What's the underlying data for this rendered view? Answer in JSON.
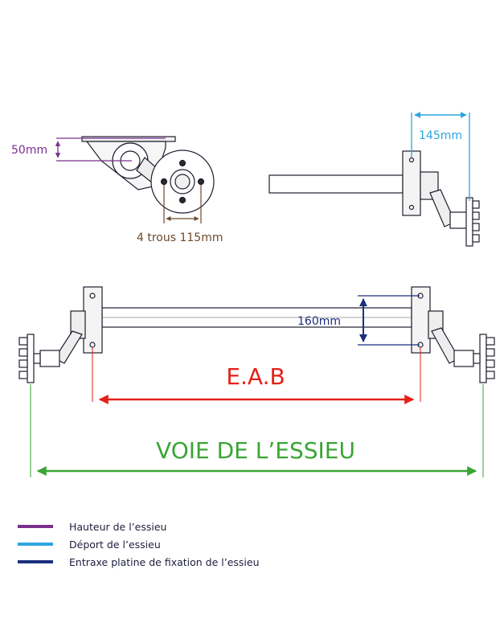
{
  "colors": {
    "height": "#7a2f8c",
    "offset": "#2ba6de",
    "mount": "#1b2f7e",
    "eab": "#e32119",
    "track": "#3aa535",
    "hole": "#6b4a2b",
    "part": "#1e1e2e"
  },
  "labels": {
    "height_dim": "50mm",
    "holes": "4 trous 115mm",
    "offset_dim": "145mm",
    "mount_dim": "160mm",
    "eab": "E.A.B",
    "track": "VOIE DE L’ESSIEU"
  },
  "legend": [
    {
      "label": "Hauteur de l’essieu",
      "color": "#7a2f8c"
    },
    {
      "label": "Déport de l’essieu",
      "color": "#2ba6de"
    },
    {
      "label": "Entraxe platine de fixation de l’essieu",
      "color": "#1b2f7e"
    }
  ]
}
